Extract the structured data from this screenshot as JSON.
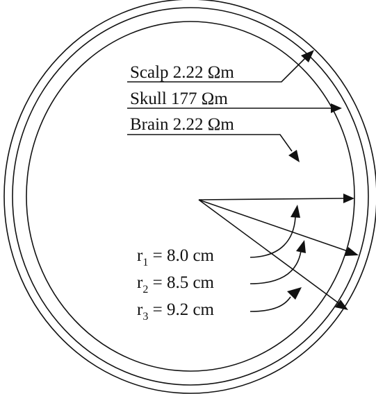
{
  "layers": [
    {
      "name": "Scalp",
      "resistivity": "2.22",
      "unit": "Ωm"
    },
    {
      "name": "Skull",
      "resistivity": "177",
      "unit": "Ωm"
    },
    {
      "name": "Brain",
      "resistivity": "2.22",
      "unit": "Ωm"
    }
  ],
  "radii": [
    {
      "symbol": "r",
      "index": "1",
      "value": "8.0",
      "unit": "cm"
    },
    {
      "symbol": "r",
      "index": "2",
      "value": "8.5",
      "unit": "cm"
    },
    {
      "symbol": "r",
      "index": "3",
      "value": "9.2",
      "unit": "cm"
    }
  ],
  "colors": {
    "ink": "#111111",
    "background": "#ffffff"
  }
}
